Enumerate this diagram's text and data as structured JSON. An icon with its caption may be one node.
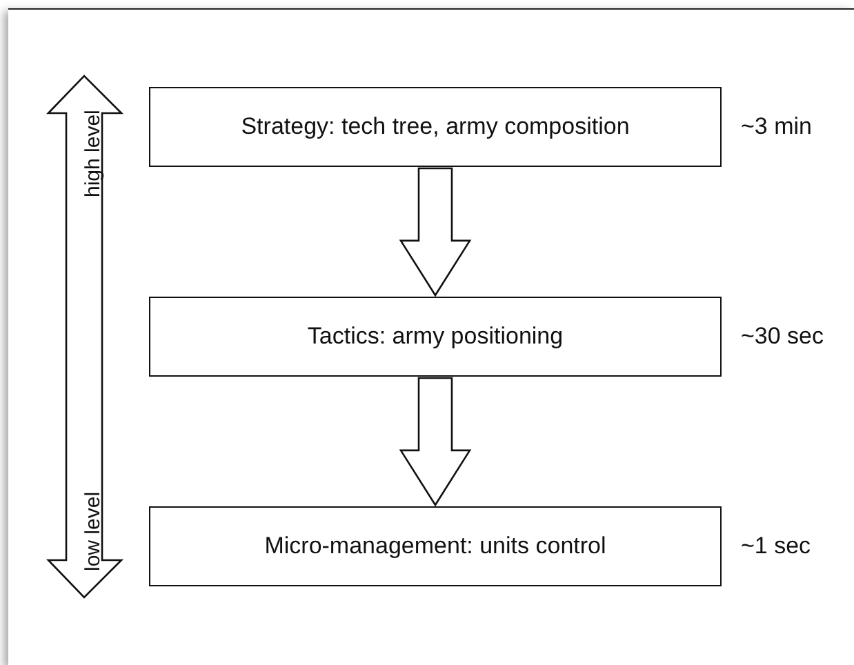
{
  "diagram": {
    "nodes": [
      {
        "text": [
          "Strategy: tech tree, army composition"
        ],
        "beside": [
          "~3 min"
        ]
      },
      {
        "text": [
          "Tactics: army positioning"
        ],
        "beside": [
          "~30 sec"
        ]
      },
      {
        "text": [
          "Micro-management: units control"
        ],
        "beside": [
          "~1 sec"
        ]
      }
    ],
    "edges": [
      {
        "from": 0,
        "to": 1,
        "arrow": "to"
      },
      {
        "from": 1,
        "to": 2,
        "arrow": "to"
      }
    ],
    "labels": [
      "high level",
      "low level"
    ]
  }
}
